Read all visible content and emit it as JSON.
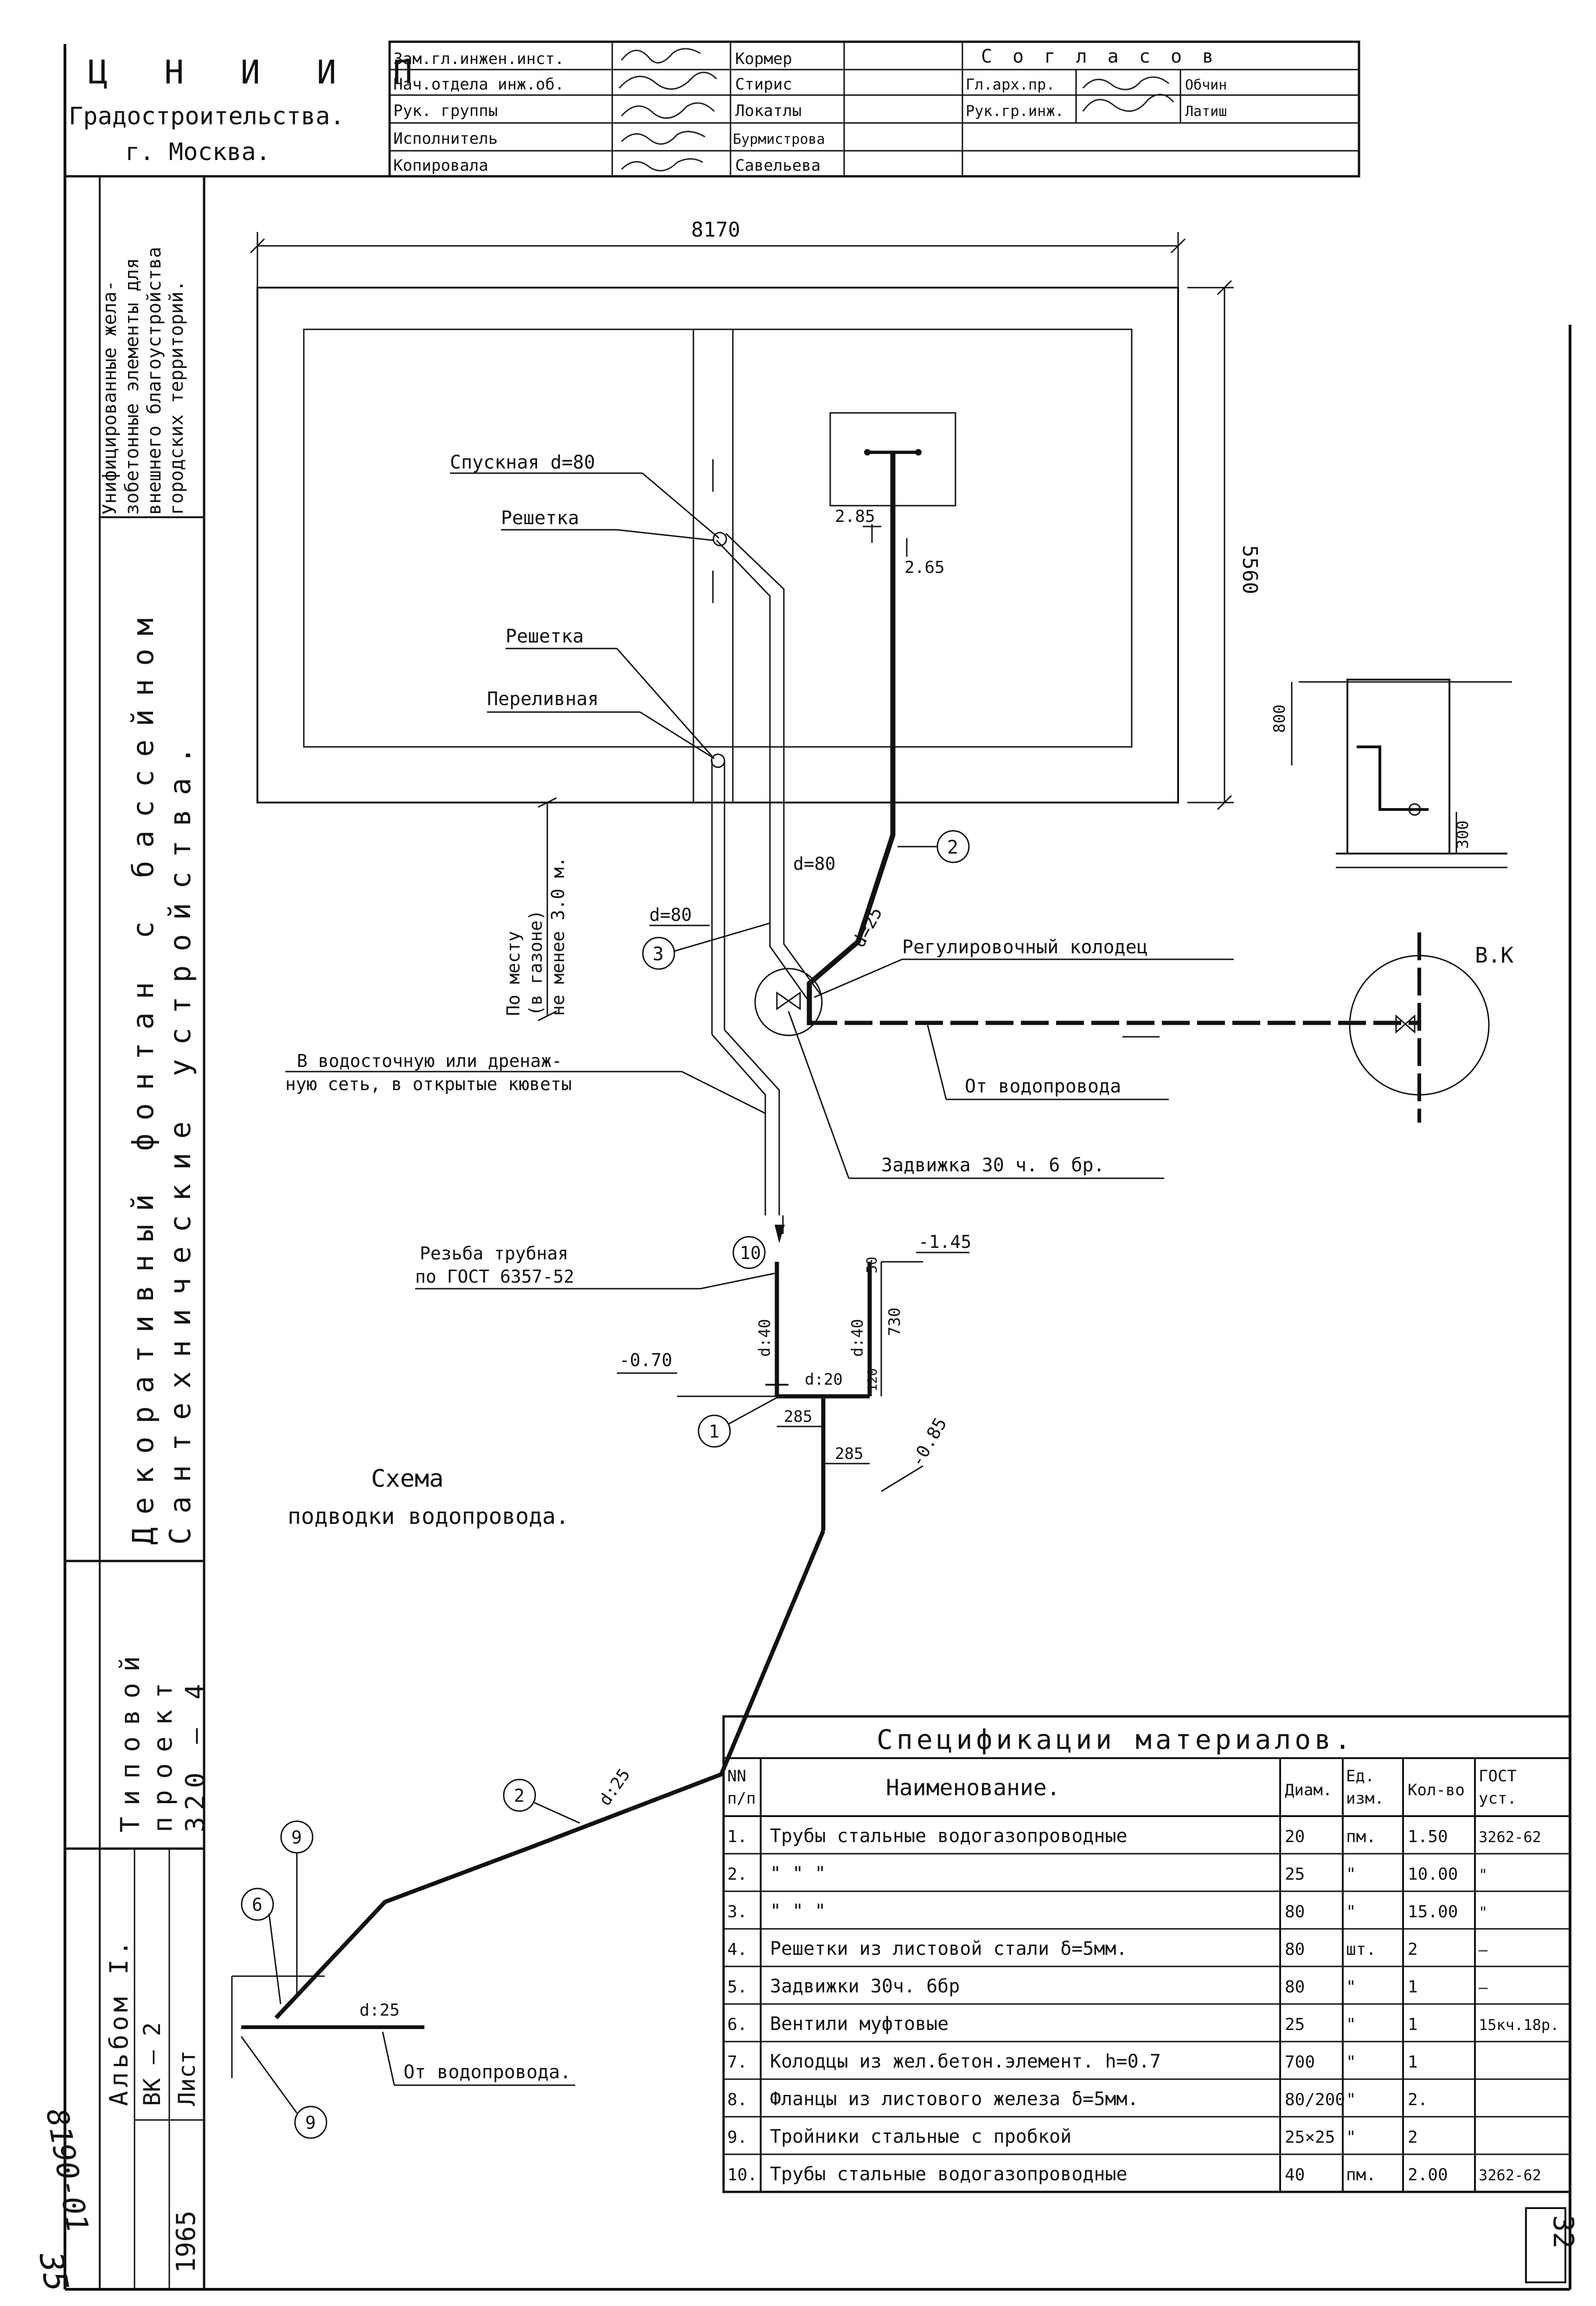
{
  "org": {
    "line1": "Ц Н И И П",
    "line2": "Градостроительства.",
    "line3": "г. Москва."
  },
  "stamp": {
    "roles": [
      "Зам.гл.инжен.инст.",
      "Нач.отдела инж.об.",
      "Рук. группы",
      "Исполнитель",
      "Копировала"
    ],
    "names": [
      "Кормер",
      "Стирис",
      "Локатлы",
      "Бурмистрова",
      "Савельева"
    ],
    "approve_title": "С о г л а с о в",
    "approve_roles": [
      "Гл.арх.пр.",
      "Рук.гр.инж."
    ],
    "approve_names": [
      "Обчин",
      "Латиш"
    ]
  },
  "side": {
    "series": [
      "Унифицированные жела-",
      "зобетонные элементы для",
      "внешнего благоустройства",
      "городских территорий."
    ],
    "title_lines": [
      "Декоративный фонтан с бассейном",
      "Сантехнические устройства."
    ],
    "project_lines": [
      "Типовой",
      "проект",
      "320 – 4"
    ],
    "album": "Альбом I.",
    "sheet_label": "Лист",
    "sheet_code": "ВК – 2",
    "year": "1965"
  },
  "plan": {
    "dim_width": "8170",
    "dim_height": "5560",
    "drain_label": "Спускная d=80",
    "grate_label_1": "Решетка",
    "grate_label_2": "Решетка",
    "overflow_label": "Переливная",
    "dim_285": "2.85",
    "dim_265": "2.65",
    "pipe_d80_a": "d=80",
    "pipe_d80_b": "d=80",
    "pipe_d25": "d=25",
    "locally_note": [
      "По месту",
      "(в газоне)",
      "не менее 3.0 м."
    ],
    "sewer_note_1": "В водосточную или дренаж-",
    "sewer_note_2": "ную сеть, в открытые кюветы",
    "well_label": "Регулировочный колодец",
    "from_main": "От водопровода",
    "valve_label": "Задвижка 30 ч. 6 бр.",
    "vk_label": "В.К",
    "section_dim_800": "800",
    "section_dim_300": "300",
    "callouts": [
      "2",
      "3"
    ]
  },
  "scheme": {
    "title_1": "Схема",
    "title_2": "подводки водопровода.",
    "thread_note_1": "Резьба трубная",
    "thread_note_2": "по ГОСТ 6357-52",
    "level_145": "-1.45",
    "level_070": "-0.70",
    "level_085": "-0.85",
    "d40_a": "d:40",
    "d40_b": "d:40",
    "d20": "d:20",
    "d25_a": "d:25",
    "d25_b": "d:25",
    "dim_50": "50",
    "dim_730": "730",
    "dim_120": "120",
    "dim_285a": "285",
    "dim_285b": "285",
    "from_main": "От водопровода.",
    "callouts": [
      "10",
      "1",
      "2",
      "6",
      "9",
      "9"
    ]
  },
  "spec": {
    "title": "Спецификации материалов.",
    "headers": [
      "NN п/п",
      "Наименование.",
      "Диам.",
      "Ед. изм.",
      "Кол-во",
      "ГОСТ уст."
    ],
    "rows": [
      [
        "1.",
        "Трубы стальные водогазопроводные",
        "20",
        "пм.",
        "1.50",
        "3262-62"
      ],
      [
        "2.",
        "\"      \"      \"",
        "25",
        "\"",
        "10.00",
        "\""
      ],
      [
        "3.",
        "\"      \"      \"",
        "80",
        "\"",
        "15.00",
        "\""
      ],
      [
        "4.",
        "Решетки из листовой стали δ=5мм.",
        "80",
        "шт.",
        "2",
        "—"
      ],
      [
        "5.",
        "Задвижки 30ч. 6бр",
        "80",
        "\"",
        "1",
        "—"
      ],
      [
        "6.",
        "Вентили муфтовые",
        "25",
        "\"",
        "1",
        "15кч.18р."
      ],
      [
        "7.",
        "Колодцы из жел.бетон.элемент. h=0.7",
        "700",
        "\"",
        "1",
        ""
      ],
      [
        "8.",
        "Фланцы из листового железа δ=5мм.",
        "80/200",
        "\"",
        "2.",
        ""
      ],
      [
        "9.",
        "Тройники стальные с пробкой",
        "25×25",
        "\"",
        "2",
        ""
      ],
      [
        "10.",
        "Трубы стальные водогазопроводные",
        "40",
        "пм.",
        "2.00",
        "3262-62"
      ]
    ]
  },
  "margin": {
    "archive_code": "8190-01",
    "page_no": "35",
    "sheet_no": "32"
  }
}
